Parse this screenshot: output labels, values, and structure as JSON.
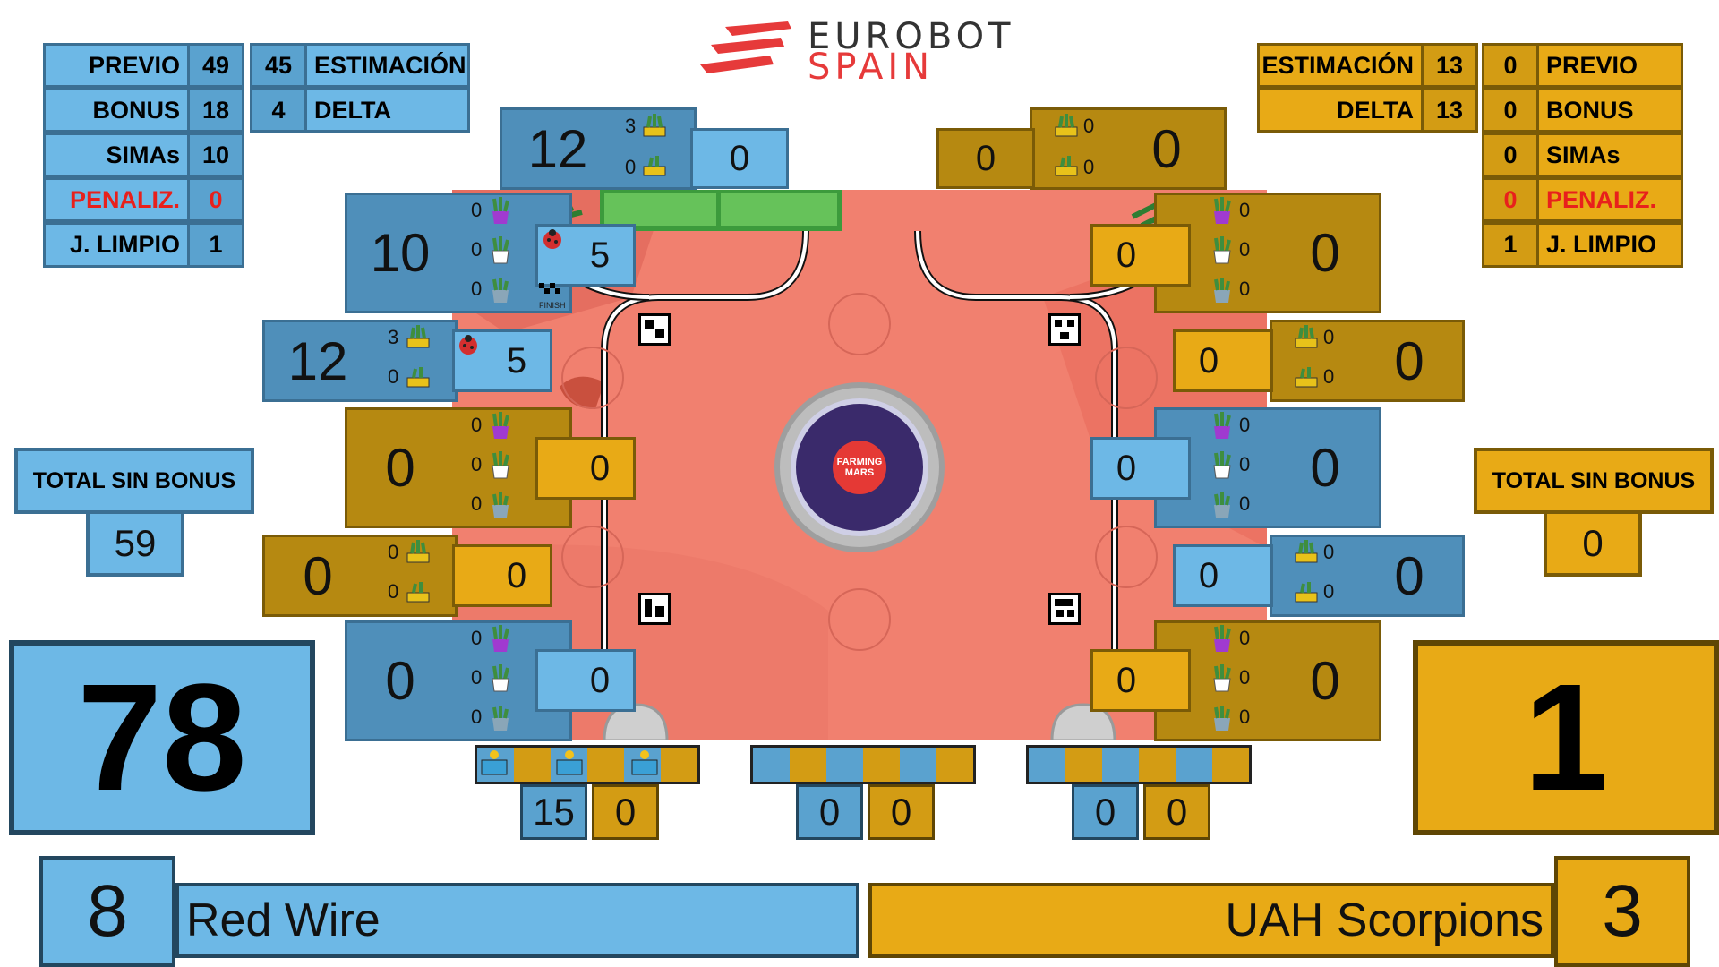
{
  "logo": {
    "line1": "EUROBOT",
    "line2": "SPAIN"
  },
  "colors": {
    "blue": "#6db8e6",
    "blue_dark": "#4f8fba",
    "yellow": "#e8aa16",
    "yellow_dark": "#b68911",
    "penalty_red": "#e8201c",
    "field": "#f1806f"
  },
  "blue_stats": {
    "previo_label": "PREVIO",
    "previo": "49",
    "bonus_label": "BONUS",
    "bonus": "18",
    "simas_label": "SIMAs",
    "simas": "10",
    "penaliz_label": "PENALIZ.",
    "penaliz": "0",
    "limpio_label": "J. LIMPIO",
    "limpio": "1",
    "estimacion": "45",
    "estimacion_label": "ESTIMACIÓN",
    "delta": "4",
    "delta_label": "DELTA"
  },
  "yellow_stats": {
    "estimacion_label": "ESTIMACIÓN",
    "estimacion": "13",
    "delta_label": "DELTA",
    "delta": "13",
    "previo": "0",
    "previo_label": "PREVIO",
    "bonus": "0",
    "bonus_label": "BONUS",
    "simas": "0",
    "simas_label": "SIMAs",
    "penaliz": "0",
    "penaliz_label": "PENALIZ.",
    "limpio": "1",
    "limpio_label": "J. LIMPIO"
  },
  "blue_zones": [
    {
      "big": "12",
      "c1": "3",
      "c2": "0",
      "side": "0"
    },
    {
      "big": "10",
      "c1": "0",
      "c2": "0",
      "c3": "0",
      "side": "5"
    },
    {
      "big": "12",
      "c1": "3",
      "c2": "0",
      "side": "5"
    },
    {
      "big": "0",
      "c1": "0",
      "c2": "0",
      "c3": "0",
      "side": "0"
    },
    {
      "big": "0",
      "c1": "0",
      "c2": "0",
      "side": "0"
    },
    {
      "big": "0",
      "c1": "0",
      "c2": "0",
      "c3": "0",
      "side": "0"
    }
  ],
  "yellow_zones": [
    {
      "big": "0",
      "c1": "0",
      "c2": "0",
      "side": "0"
    },
    {
      "big": "0",
      "c1": "0",
      "c2": "0",
      "c3": "0",
      "side": "0"
    },
    {
      "big": "0",
      "c1": "0",
      "c2": "0",
      "side": "0"
    },
    {
      "big": "0",
      "c1": "0",
      "c2": "0",
      "c3": "0",
      "side": "0"
    },
    {
      "big": "0",
      "c1": "0",
      "c2": "0",
      "side": "0"
    },
    {
      "big": "0",
      "c1": "0",
      "c2": "0",
      "c3": "0",
      "side": "0"
    }
  ],
  "total_label": "TOTAL SIN BONUS",
  "blue_total": "59",
  "yellow_total": "0",
  "blue_score": "78",
  "yellow_score": "1",
  "solar": {
    "left": [
      "15",
      "0"
    ],
    "mid": [
      "0",
      "0"
    ],
    "right": [
      "0",
      "0"
    ]
  },
  "blue_team": {
    "number": "8",
    "name": "Red Wire"
  },
  "yellow_team": {
    "number": "3",
    "name": "UAH Scorpions"
  },
  "field_labels": {
    "finish": "FINISH",
    "center": "FARMING MARS"
  }
}
